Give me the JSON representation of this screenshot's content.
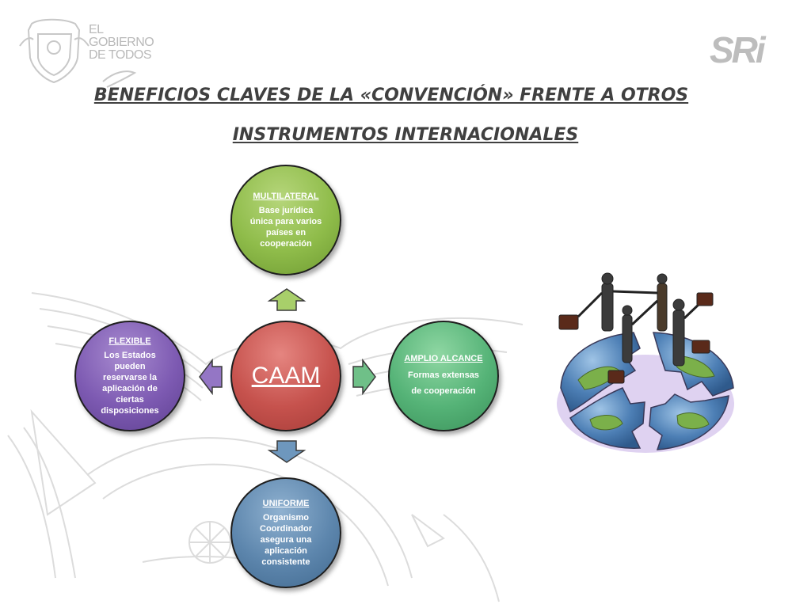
{
  "header": {
    "logo_text_lines": [
      "EL",
      "GOBIERNO",
      "DE TODOS"
    ],
    "brand_logo": "SRi"
  },
  "title": {
    "line1": "BENEFICIOS CLAVES DE LA «CONVENCIÓN» FRENTE A OTROS",
    "line2": "INSTRUMENTOS INTERNACIONALES"
  },
  "diagram": {
    "center": {
      "label": "CAAM",
      "color": "#c6524d"
    },
    "nodes": {
      "top": {
        "heading": "MULTILATERAL",
        "body": "Base jurídica única para varios países en cooperación",
        "color": "#8fbc4a"
      },
      "left": {
        "heading": "FLEXIBLE",
        "body": "Los Estados pueden reservarse la aplicación de ciertas disposiciones",
        "color": "#7d5ab2"
      },
      "right": {
        "heading": "AMPLIO ALCANCE",
        "body": "Formas extensas de cooperación",
        "color": "#55b377"
      },
      "bottom": {
        "heading": "UNIFORME",
        "body": "Organismo Coordinador asegura una aplicación consistente",
        "color": "#5d86ad"
      }
    }
  },
  "illustration": {
    "icon": "business-people-globe-puzzle-icon"
  },
  "background": {
    "icon": "ecuador-coat-of-arms-watermark-icon"
  }
}
